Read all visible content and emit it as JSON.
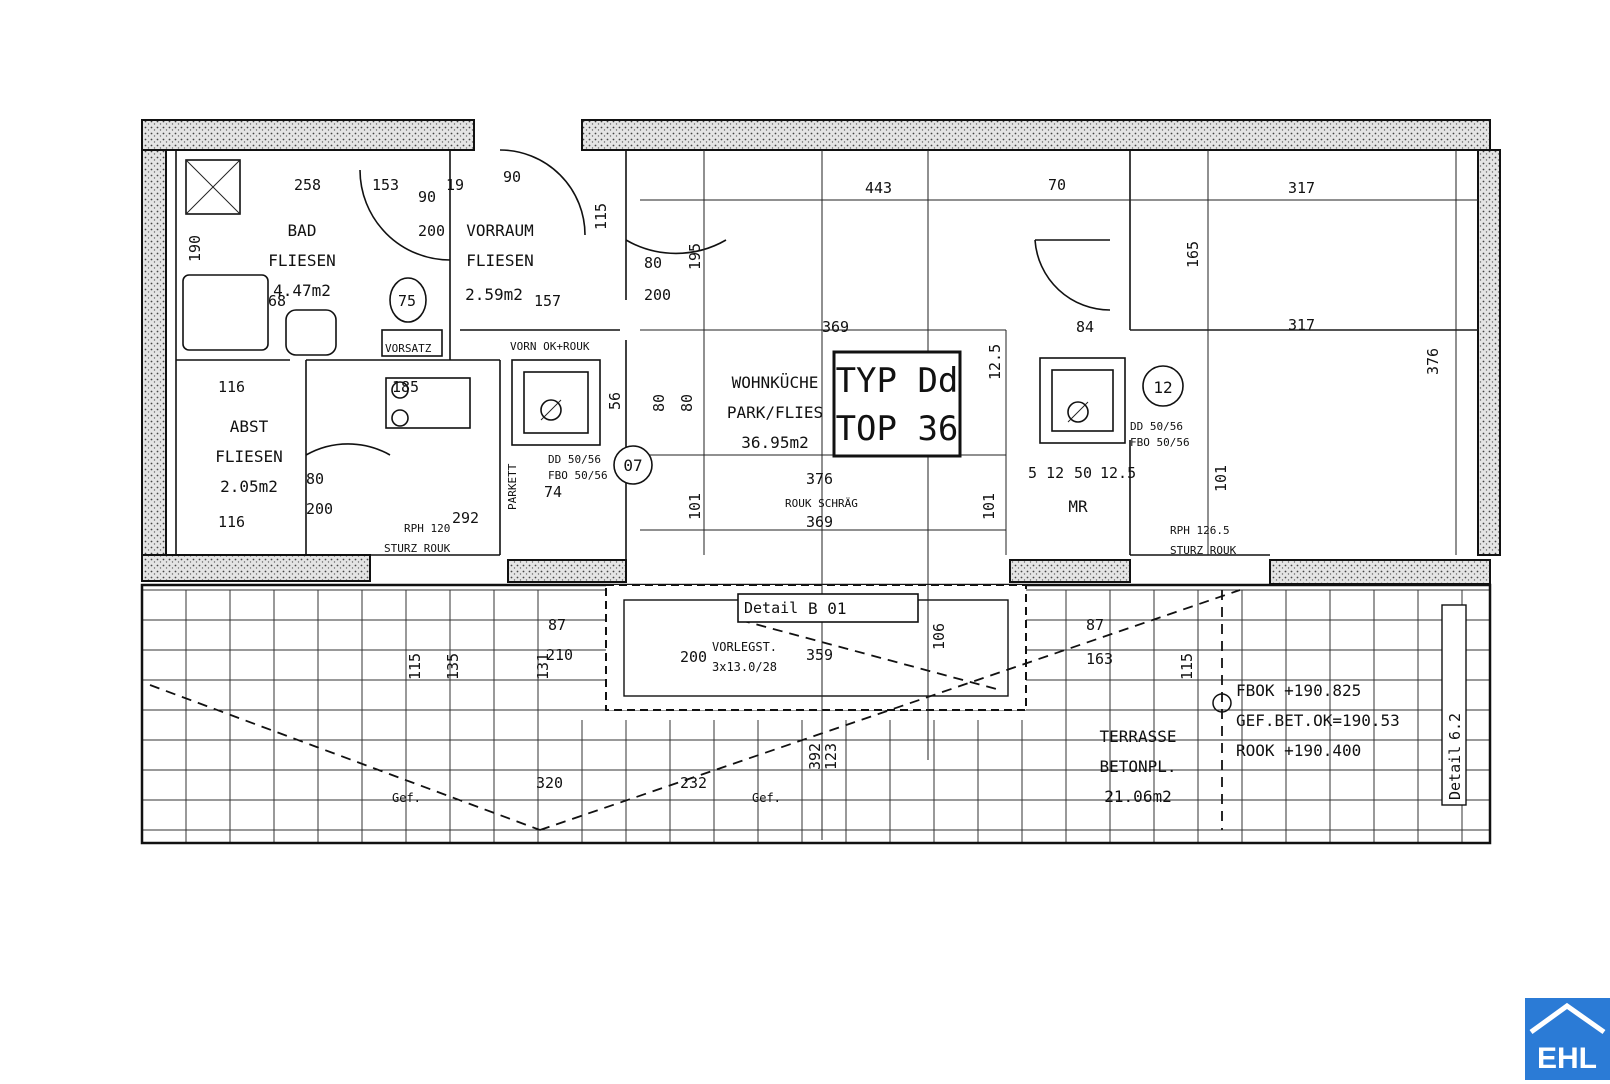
{
  "rooms": {
    "bad": {
      "name": "BAD",
      "finish": "FLIESEN",
      "area": "4.47m2"
    },
    "vorraum": {
      "name": "VORRAUM",
      "finish": "FLIESEN",
      "area": "2.59m2"
    },
    "abst": {
      "name": "ABST",
      "finish": "FLIESEN",
      "area": "2.05m2"
    },
    "wohnkueche": {
      "name": "WOHNKÜCHE",
      "finish": "PARK/FLIES",
      "area": "36.95m2"
    },
    "terrasse": {
      "name": "TERRASSE",
      "finish": "BETONPL.",
      "area": "21.06m2"
    }
  },
  "unit": {
    "type_line": "TYP Dd",
    "top_line": "TOP 36"
  },
  "markers": {
    "m07": "07",
    "m12": "12",
    "mr": "MR"
  },
  "levels": {
    "fbok": "FBOK +190.825",
    "gef": "GEF.BET.OK=190.53",
    "rook": "ROOK +190.400"
  },
  "small_labels": {
    "vorsatz": "VORSATZ",
    "vorn": "VORN OK+ROUK",
    "rouk": "ROUK SCHRÄG",
    "dd1": "DD 50/56",
    "fbo1": "FBO 50/56",
    "dd2": "DD 50/56",
    "fbo2": "FBO 50/56",
    "rph1": "RPH 120",
    "rph2": "RPH 126.5",
    "sturz1": "STURZ ROUK",
    "sturz2": "STURZ ROUK",
    "detail": "Detail",
    "detail_no": "B 01",
    "vorlegst": "VORLEGST.",
    "vorlegst2": "3x13.0/28",
    "gef1": "Gef.",
    "gef2": "Gef.",
    "parkett": "PARKETT",
    "detail_r": "Detail",
    "detail_r2": "6.2"
  },
  "dimensions": {
    "d258": "258",
    "d153": "153",
    "d90": "90",
    "d19": "19",
    "d90b": "90",
    "d200a": "200",
    "d157": "157",
    "d115": "115",
    "d80": "80",
    "d195": "195",
    "d200b": "200",
    "d443": "443",
    "d70": "70",
    "d317a": "317",
    "d317b": "317",
    "d165": "165",
    "d369a": "369",
    "d84": "84",
    "d376a": "376",
    "d376b": "376",
    "d369b": "369",
    "d116a": "116",
    "d116b": "116",
    "d185": "185",
    "d80b": "80",
    "d200c": "200",
    "d292": "292",
    "d74": "74",
    "d101a": "101",
    "d101b": "101",
    "d101c": "101",
    "d512": "5 12",
    "d50": "50",
    "d125": "12.5",
    "d87a": "87",
    "d87b": "87",
    "d210": "210",
    "d200d": "200",
    "d359": "359",
    "d106": "106",
    "d163": "163",
    "d115b": "115",
    "d135a": "135",
    "d131": "131",
    "d232": "232",
    "d320": "320",
    "d392": "392",
    "d123": "123",
    "d75": "75",
    "d190": "190",
    "d68": "68",
    "d56": "56",
    "d80c": "80",
    "d80d": "80",
    "d12": "12.5"
  },
  "logo": {
    "text": "EHL",
    "color": "#2b7bd6"
  }
}
